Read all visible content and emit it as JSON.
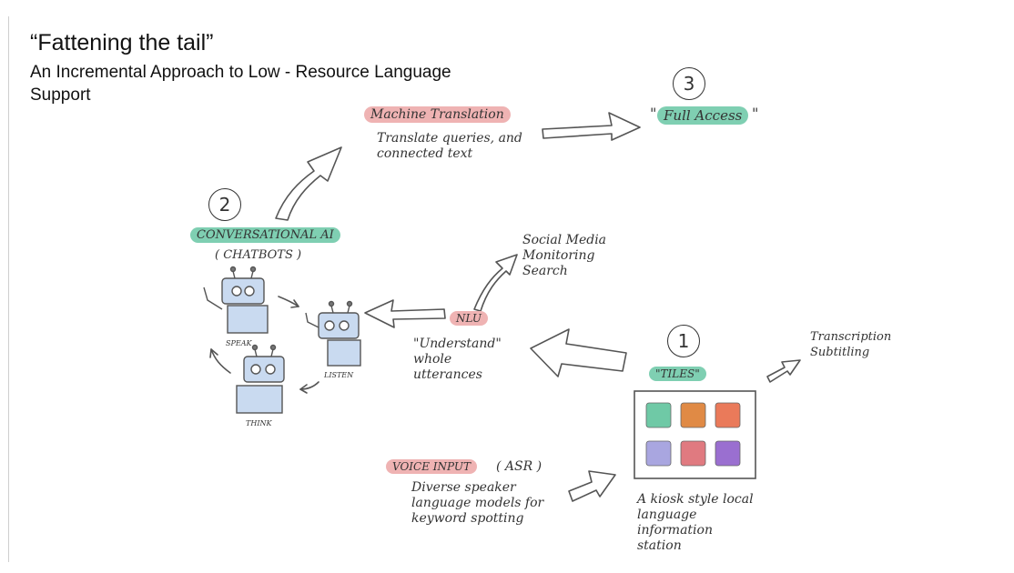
{
  "title": "“Fattening the tail”",
  "subtitle": "An Incremental Approach to Low  - Resource Language Support",
  "nodes": {
    "machine_translation": {
      "label": "Machine Translation",
      "desc": "Translate queries, and connected text"
    },
    "full_access": {
      "number": "3",
      "label": "Full Access",
      "quote_open": "\"",
      "quote_close": "\""
    },
    "conversational_ai": {
      "number": "2",
      "label": "CONVERSATIONAL AI",
      "sub": "( CHATBOTS )"
    },
    "robots": {
      "speak": "SPEAK",
      "listen": "LISTEN",
      "think": "THINK"
    },
    "social_media": {
      "text": "Social Media Monitoring Search"
    },
    "nlu": {
      "label": "NLU",
      "desc": "\"Understand\" whole utterances"
    },
    "tiles": {
      "number": "1",
      "label": "\"TILES\"",
      "desc": "A kiosk style local language information station",
      "colors": [
        "#6fc9a6",
        "#e08a45",
        "#ea7a5a",
        "#a9a6e0",
        "#e07a80",
        "#9a6fd0"
      ]
    },
    "transcription": {
      "text": "Transcription Subtitling"
    },
    "voice_input": {
      "label": "VOICE INPUT",
      "sub": "( ASR )",
      "desc": "Diverse speaker language models for keyword spotting"
    }
  }
}
